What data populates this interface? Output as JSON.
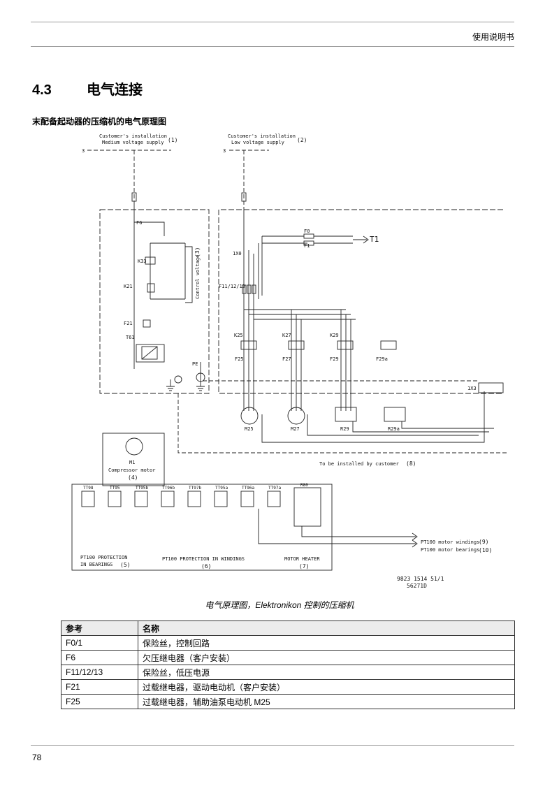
{
  "header": {
    "title": "使用说明书"
  },
  "section": {
    "number": "4.3",
    "title": "电气连接"
  },
  "subheading": "末配备起动器的压缩机的电气原理图",
  "diagram": {
    "customer_medium_line1": "Customer's installation",
    "customer_medium_line2": "Medium voltage supply",
    "customer_low_line1": "Customer's installation",
    "customer_low_line2": "Low voltage supply",
    "ref1": "(1)",
    "ref2": "(2)",
    "ref3": "(3)",
    "ref4": "(4)",
    "ref5": "(5)",
    "ref6": "(6)",
    "ref7": "(7)",
    "ref8": "(8)",
    "ref9": "(9)",
    "ref10": "(10)",
    "three_phase": "3",
    "control_voltage": "Control voltage",
    "t1": "T1",
    "f0": "F0",
    "f1": "F1",
    "f6": "F6",
    "k33": "K33",
    "k21": "K21",
    "f21": "F21",
    "t61": "T61",
    "pe": "PE",
    "f11": "F11/12/13",
    "onex0": "1X0",
    "onex3": "1X3",
    "k25": "K25",
    "k27": "K27",
    "k29": "K29",
    "f25": "F25",
    "f27": "F27",
    "f29": "F29",
    "f29a": "F29a",
    "m25": "M25",
    "m27": "M27",
    "r29": "R29",
    "r29a": "R29a",
    "m1": "M1",
    "compressor_motor": "Compressor motor",
    "installed_by_customer": "To be installed by customer",
    "sensor_labels": [
      "TT98",
      "TT95",
      "TT95b",
      "TT96b",
      "TT97b",
      "TT95a",
      "TT96a",
      "TT97a",
      "R80"
    ],
    "pt100_bearings_line1": "PT100 PROTECTION",
    "pt100_bearings_line2": "IN BEARINGS",
    "pt100_windings": "PT100 PROTECTION IN WINDINGS",
    "motor_heater": "MOTOR HEATER",
    "motor_windings": "PT100 motor windings",
    "motor_bearings": "PT100 motor bearings",
    "drawing_number": "9823 1514 51/1",
    "drawing_code": "56271D"
  },
  "caption": "电气原理图，Elektronikon 控制的压缩机",
  "table": {
    "headers": [
      "参考",
      "名称"
    ],
    "rows": [
      [
        "F0/1",
        "保险丝，控制回路"
      ],
      [
        "F6",
        "欠压继电器（客户安装）"
      ],
      [
        "F11/12/13",
        "保险丝，低压电源"
      ],
      [
        "F21",
        "过载继电器，驱动电动机（客户安装）"
      ],
      [
        "F25",
        "过载继电器，辅助油泵电动机 M25"
      ]
    ]
  },
  "page_number": "78"
}
